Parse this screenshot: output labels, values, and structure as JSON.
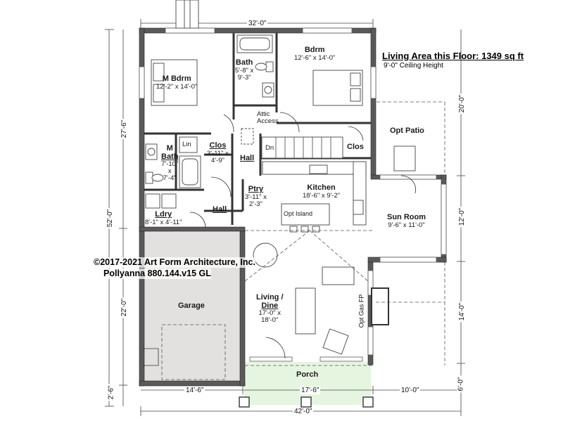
{
  "header": {
    "area_label": "Living Area this Floor: 1349 sq ft",
    "ceiling_label": "9'-0\" Ceiling Height"
  },
  "copyright": {
    "line1": "©2017-2021 Art Form Architecture, Inc.",
    "line2": "Pollyanna 880.144.v15 GL"
  },
  "rooms": {
    "m_bdrm": {
      "name": "M Bdrm",
      "size": "12'-2\" x 14'-0\""
    },
    "bath_upper": {
      "name": "Bath",
      "size_line1": "5'-8\" x",
      "size_line2": "9'-3\""
    },
    "bdrm": {
      "name": "Bdrm",
      "size": "12'-6\" x 14'-0\""
    },
    "attic": {
      "line1": "Attic",
      "line2": "Access"
    },
    "lin": {
      "name": "Lin"
    },
    "clos_left": {
      "name": "Clos",
      "size_line1": "3'-11\" x",
      "size_line2": "4'-9\""
    },
    "m_bath": {
      "name_line1": "M",
      "name_line2": "Bath",
      "size_line1": "7'-10\"",
      "size_line2": "x",
      "size_line3": "7'-4\""
    },
    "hall_upper": {
      "name": "Hall"
    },
    "dn": {
      "name": "Dn"
    },
    "clos_right": {
      "name": "Clos"
    },
    "opt_patio": {
      "name": "Opt Patio"
    },
    "ptry": {
      "name": "Ptry",
      "size_line1": "3'-11\" x",
      "size_line2": "2'-3\""
    },
    "kitchen": {
      "name": "Kitchen",
      "size": "18'-6\" x 9'-2\""
    },
    "opt_island": {
      "name": "Opt Island"
    },
    "ldry": {
      "name": "Ldry",
      "size": "8'-1\" x 4'-11\""
    },
    "hall_lower": {
      "name": "Hall"
    },
    "sun_room": {
      "name": "Sun Room",
      "size": "9'-6\" x 11'-0\""
    },
    "garage": {
      "name": "Garage"
    },
    "living": {
      "name_line1": "Living /",
      "name_line2": "Dine",
      "size_line1": "17'-0\" x",
      "size_line2": "18'-0\""
    },
    "fireplace": {
      "name": "Opt Gas FP"
    },
    "porch": {
      "name": "Porch"
    }
  },
  "dimensions": {
    "top_width": "32'-0\"",
    "bottom_width": "42'-0\"",
    "bottom_garage": "14'-6\"",
    "bottom_porch": "17'-6\"",
    "bottom_right": "10'-0\"",
    "left_total": "52'-0\"",
    "left_upper": "27'-6\"",
    "left_garage": "22'-0\"",
    "left_porch": "2'-6\"",
    "right_upper": "20'-0\"",
    "right_sun": "12'-0\"",
    "right_living": "14'-0\"",
    "right_porch": "6'-0\""
  },
  "colors": {
    "wall": "#5a5a5a",
    "garage_fill": "#e3e1df",
    "porch_fill": "#e6f5e0",
    "line": "#333333"
  }
}
